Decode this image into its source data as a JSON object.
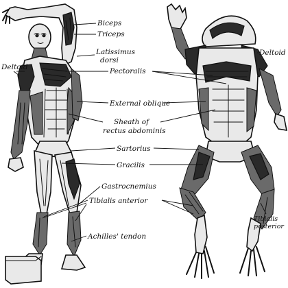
{
  "labels": {
    "biceps": "Biceps",
    "triceps": "Triceps",
    "latissimus_1": "Latissimus",
    "latissimus_2": "dorsi",
    "deltoid_left": "Deltoid",
    "deltoid_right": "Deltoid",
    "pectoralis": "Pectoralis",
    "external_oblique": "External oblique",
    "sheath_1": "Sheath of",
    "sheath_2": "rectus abdominis",
    "sartorius": "Sartorius",
    "gracilis": "Gracilis",
    "gastrocnemius": "Gastrocnemius",
    "tibialis_anterior": "Tibialis anterior",
    "achilles": "Achilles' tendon",
    "tibialis_posterior_1": "Tibialis",
    "tibialis_posterior_2": "posterior"
  }
}
